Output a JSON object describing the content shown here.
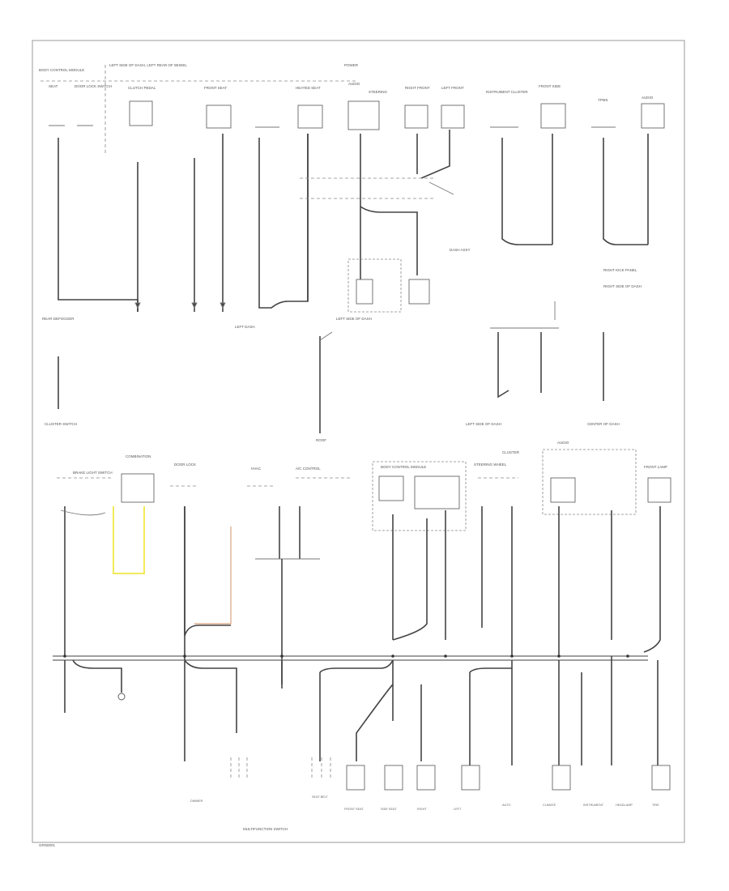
{
  "diagram": {
    "footer_code": "GRN0001",
    "colors": {
      "wire": "#444444",
      "frame": "#999999",
      "highlight_yellow": "#f2ea5a",
      "highlight_orange": "#d9a27a"
    },
    "top_labels": [
      "BODY CONTROL MODULE",
      "LEFT SIDE OF DASH, LEFT REAR OF WHEEL",
      "SEAT",
      "DOOR LOCK SWITCH",
      "CLUTCH PEDAL",
      "FRONT SEAT",
      "HEATED SEAT",
      "POWER",
      "AUDIO",
      "STEERING",
      "RIGHT FRONT",
      "LEFT FRONT",
      "INSTRUMENT CLUSTER",
      "FRONT SIDE",
      "TPMS",
      "AUDIO"
    ],
    "mid_labels": [
      "REAR DEFOGGER",
      "LEFT DASH",
      "LEFT SIDE OF DASH",
      "ROOF",
      "LEFT SIDE OF DASH",
      "CENTER OF DASH",
      "CLUSTER SWITCH",
      "RIGHT KICK PANEL",
      "DASH ASSY",
      "RIGHT SIDE OF DASH"
    ],
    "bottom_labels": [
      "BRAKE LIGHT SWITCH",
      "COMBINATION",
      "DOOR LOCK",
      "HVAC",
      "A/C CONTROL",
      "BODY CONTROL MODULE",
      "STEERING WHEEL",
      "CLUSTER",
      "AUDIO",
      "FRONT LAMP",
      "SEAT BELT",
      "FRONT SEAT",
      "SIDE SEAT",
      "RIGHT",
      "LEFT",
      "AUTO",
      "CLIMATE",
      "INSTRUMENT",
      "HEADLAMP",
      "TIRE",
      "DIMMER"
    ],
    "bus_label": "MULTIFUNCTION SWITCH"
  }
}
